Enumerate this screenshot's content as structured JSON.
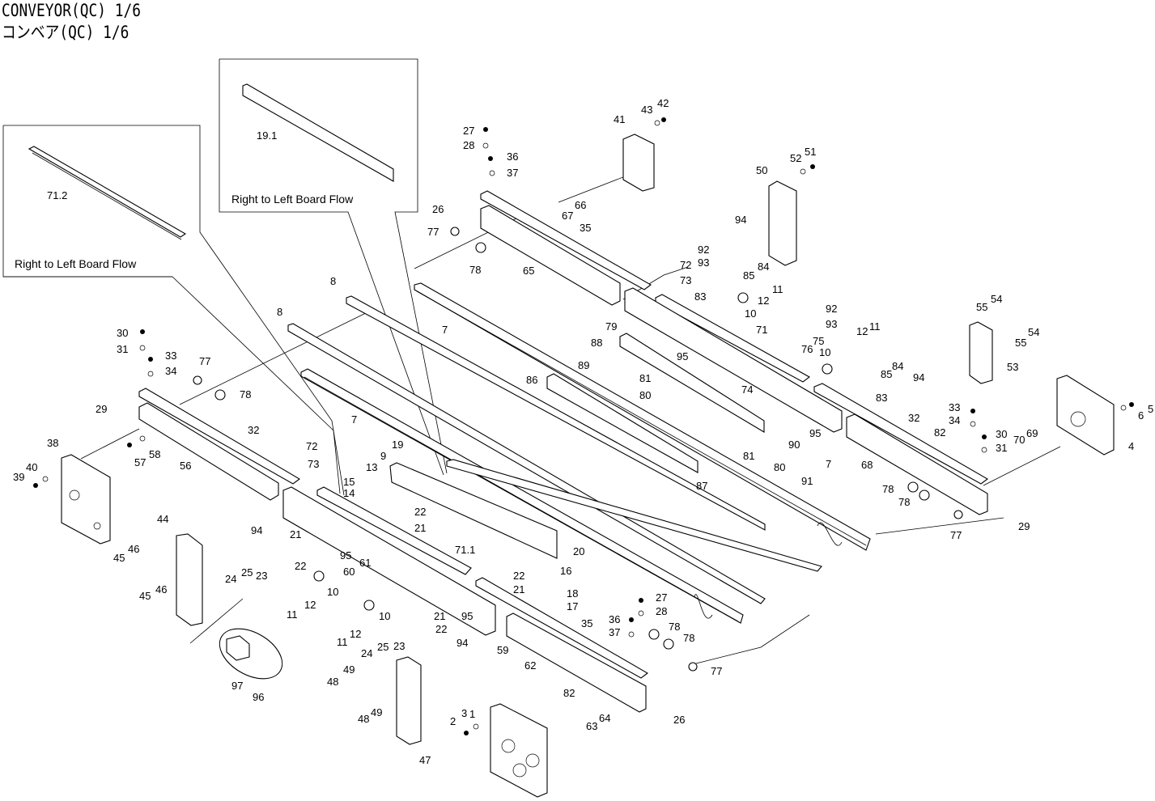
{
  "title": {
    "line1": "CONVEYOR(QC) 1/6",
    "line2": "コンベア(QC) 1/6"
  },
  "callouts": [
    {
      "id": "left-detail",
      "part": "71.2",
      "note": "Right to Left Board Flow"
    },
    {
      "id": "top-detail",
      "part": "19.1",
      "note": "Right to Left Board Flow"
    }
  ],
  "part_labels": [
    "1",
    "2",
    "3",
    "4",
    "5",
    "6",
    "7",
    "7",
    "7",
    "8",
    "8",
    "9",
    "10",
    "10",
    "10",
    "10",
    "11",
    "11",
    "11",
    "11",
    "12",
    "12",
    "12",
    "12",
    "13",
    "14",
    "15",
    "16",
    "17",
    "18",
    "19",
    "20",
    "21",
    "21",
    "21",
    "21",
    "22",
    "22",
    "22",
    "22",
    "23",
    "23",
    "24",
    "24",
    "25",
    "25",
    "26",
    "26",
    "27",
    "27",
    "28",
    "28",
    "29",
    "29",
    "30",
    "30",
    "31",
    "31",
    "32",
    "32",
    "33",
    "33",
    "34",
    "34",
    "35",
    "35",
    "36",
    "36",
    "37",
    "37",
    "38",
    "39",
    "40",
    "41",
    "42",
    "43",
    "44",
    "45",
    "45",
    "46",
    "46",
    "47",
    "48",
    "48",
    "49",
    "49",
    "50",
    "51",
    "52",
    "53",
    "54",
    "54",
    "55",
    "55",
    "56",
    "57",
    "58",
    "59",
    "60",
    "61",
    "62",
    "63",
    "64",
    "65",
    "66",
    "67",
    "68",
    "69",
    "70",
    "71",
    "71.1",
    "72",
    "72",
    "73",
    "73",
    "74",
    "75",
    "76",
    "77",
    "77",
    "77",
    "77",
    "78",
    "78",
    "78",
    "78",
    "78",
    "78",
    "79",
    "80",
    "80",
    "81",
    "81",
    "82",
    "82",
    "83",
    "83",
    "84",
    "84",
    "85",
    "85",
    "86",
    "87",
    "88",
    "89",
    "90",
    "91",
    "92",
    "92",
    "93",
    "93",
    "94",
    "94",
    "94",
    "94",
    "95",
    "95",
    "95",
    "95",
    "96",
    "97"
  ]
}
